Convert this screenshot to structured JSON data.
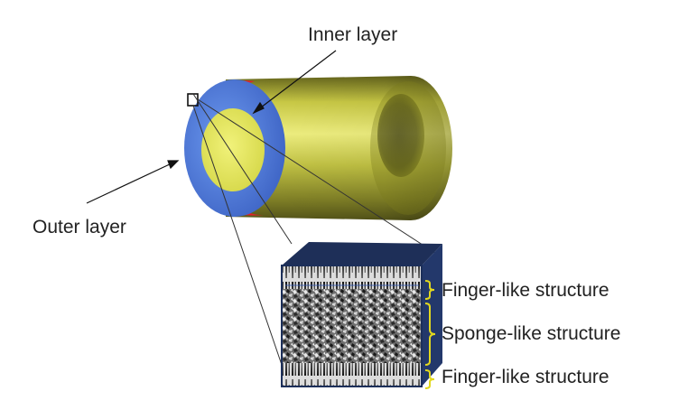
{
  "labels": {
    "inner_layer": "Inner layer",
    "outer_layer": "Outer layer",
    "finger_like_top": "Finger-like structure",
    "sponge_like": "Sponge-like structure",
    "finger_like_bottom": "Finger-like structure"
  },
  "colors": {
    "tube_body": "#c9c93a",
    "inner_layer": "#4a78d8",
    "outer_layer": "#e0202a",
    "lumen": "#e4e65a",
    "box_frame": "#1c2f5a",
    "bracket": "#e2d81e",
    "label_text": "#222222"
  }
}
